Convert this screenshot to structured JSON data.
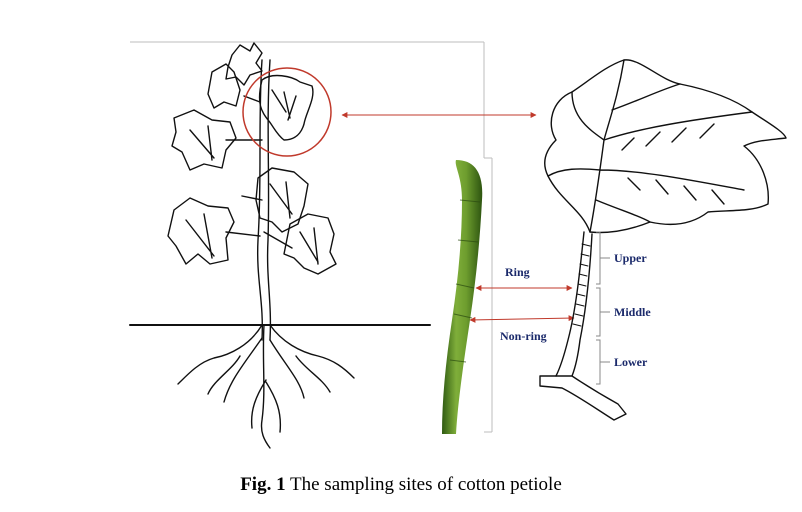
{
  "diagram": {
    "title": "The sampling sites of cotton petiole",
    "labels": {
      "ring": "Ring",
      "non_ring": "Non-ring",
      "upper": "Upper",
      "middle": "Middle",
      "lower": "Lower"
    },
    "colors": {
      "arrow": "#c0392b",
      "label": "#1b2a6b",
      "petiole_green": "#5f8f2a",
      "ink": "#111111"
    }
  },
  "caption": {
    "prefix": "Fig. 1",
    "text": "The sampling sites of cotton petiole"
  }
}
